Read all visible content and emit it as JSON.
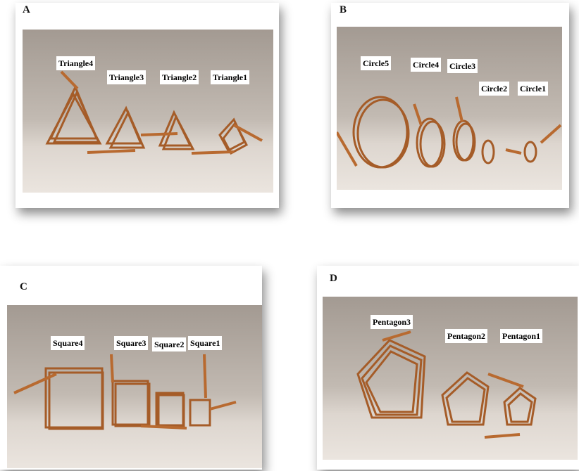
{
  "panels": [
    {
      "letter": "A",
      "labels": [
        "Triangle4",
        "Triangle3",
        "Triangle2",
        "Triangle1"
      ]
    },
    {
      "letter": "B",
      "labels": [
        "Circle5",
        "Circle4",
        "Circle3",
        "Circle2",
        "Circle1"
      ]
    },
    {
      "letter": "C",
      "labels": [
        "Square4",
        "Square3",
        "Square2",
        "Square1"
      ]
    },
    {
      "letter": "D",
      "labels": [
        "Pentagon3",
        "Pentagon2",
        "Pentagon1"
      ]
    }
  ],
  "colors": {
    "copper": "#a8602a",
    "copper_light": "#d08a4c",
    "background": "#c2bab2"
  }
}
